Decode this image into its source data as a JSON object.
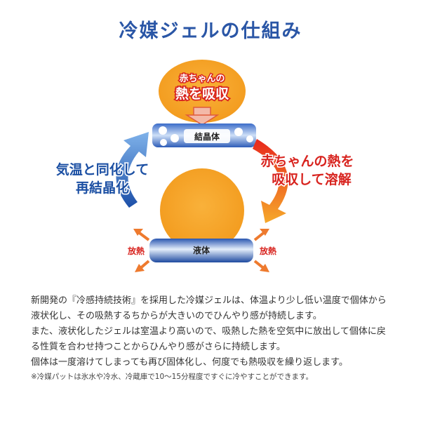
{
  "title": "冷媒ジェルの仕組み",
  "diagram": {
    "top_bubble": {
      "line1": "赤ちゃんの",
      "line2": "熱を吸収"
    },
    "crystal_label": "結晶体",
    "right_caption": {
      "line1": "赤ちゃんの熱を",
      "line2": "吸収して溶解"
    },
    "left_caption": {
      "line1": "気温と同化して",
      "line2": "再結晶化"
    },
    "liquid_label": "液体",
    "heat_left": "放熱",
    "heat_right": "放熱"
  },
  "description": {
    "para1": "新開発の『冷感持続技術』を採用した冷媒ジェルは、体温より少し低い温度で個体から液状化し、その吸熱するちからが大きいのでひんやり感が持続します。",
    "para2": "また、液状化したジェルは室温より高いので、吸熱した熱を空気中に放出して個体に戻る性質を合わせ持つことからひんやり感がさらに持続します。",
    "para3": "個体は一度溶けてしまっても再び固体化し、何度でも熱吸収を繰り返します。",
    "note": "※冷媒パットは氷水や冷水、冷蔵庫で10〜15分程度ですぐに冷やすことができます。"
  },
  "colors": {
    "title": "#2a56a6",
    "body_orange": "#f7a52a",
    "heat_red": "#d8241f",
    "blue": "#1b4fa3",
    "heat_arrow": "#ee7a2e"
  }
}
